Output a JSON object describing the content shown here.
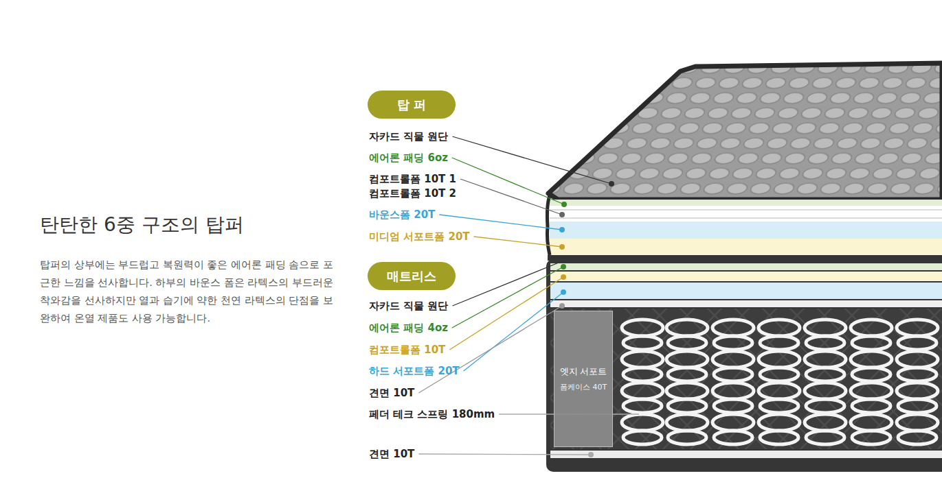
{
  "diagram": {
    "title": "탄탄한 6중 구조의 탑퍼",
    "caption": "탑퍼의 상부에는 부드럽고 복원력이 좋은 에어론 패딩 솜으로 포근한 느낌을 선사합니다. 하부의 바운스 폼은 라텍스의 부드러운 착와감을 선사하지만 열과 습기에 약한 천연 라텍스의 단점을 보완하여 온열 제품도 사용 가능합니다.",
    "nodes": [
      {
        "text": [
          "탑 퍼"
        ]
      },
      {
        "text": [
          "매트리스"
        ]
      },
      {
        "text": [
          "엣지 서포트",
          "폼케이스 40T"
        ]
      }
    ],
    "labels": [
      "자카드 직물 원단",
      "에어론 패딩 6oz",
      "컴포트롤폼 10T 1",
      "컴포트롤폼 10T 2",
      "바운스폼 20T",
      "미디엄 서포트폼 20T",
      "자카드 직물 원단",
      "에어론 패딩 4oz",
      "컴포트롤폼 10T",
      "하드 서포트폼 20T",
      "견면 10T",
      "페더 테크 스프링 180mm",
      "견면 10T"
    ]
  }
}
